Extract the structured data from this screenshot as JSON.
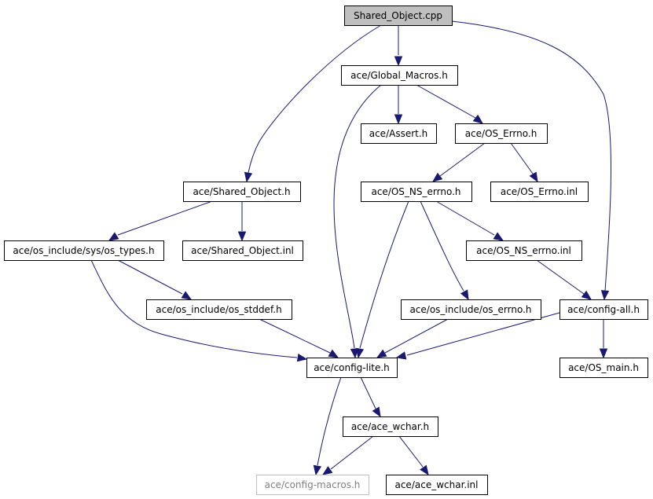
{
  "graph": {
    "edge_color": "#191970",
    "root_fill": "#bfbfbf",
    "nodes": [
      {
        "id": "n0",
        "label": "Shared_Object.cpp",
        "style": "root"
      },
      {
        "id": "n1",
        "label": "ace/Global_Macros.h"
      },
      {
        "id": "n2",
        "label": "ace/Assert.h"
      },
      {
        "id": "n3",
        "label": "ace/OS_Errno.h"
      },
      {
        "id": "n4",
        "label": "ace/Shared_Object.h"
      },
      {
        "id": "n5",
        "label": "ace/OS_NS_errno.h"
      },
      {
        "id": "n6",
        "label": "ace/OS_Errno.inl"
      },
      {
        "id": "n7",
        "label": "ace/os_include/sys/os_types.h"
      },
      {
        "id": "n8",
        "label": "ace/Shared_Object.inl"
      },
      {
        "id": "n9",
        "label": "ace/OS_NS_errno.inl"
      },
      {
        "id": "n10",
        "label": "ace/os_include/os_stddef.h"
      },
      {
        "id": "n11",
        "label": "ace/os_include/os_errno.h"
      },
      {
        "id": "n12",
        "label": "ace/config-all.h"
      },
      {
        "id": "n13",
        "label": "ace/config-lite.h"
      },
      {
        "id": "n14",
        "label": "ace/OS_main.h"
      },
      {
        "id": "n15",
        "label": "ace/ace_wchar.h"
      },
      {
        "id": "n16",
        "label": "ace/config-macros.h",
        "style": "faded"
      },
      {
        "id": "n17",
        "label": "ace/ace_wchar.inl"
      }
    ],
    "edges": [
      {
        "from": "n0",
        "to": "n1"
      },
      {
        "from": "n0",
        "to": "n4"
      },
      {
        "from": "n0",
        "to": "n12"
      },
      {
        "from": "n1",
        "to": "n2"
      },
      {
        "from": "n1",
        "to": "n3"
      },
      {
        "from": "n1",
        "to": "n13"
      },
      {
        "from": "n3",
        "to": "n5"
      },
      {
        "from": "n3",
        "to": "n6"
      },
      {
        "from": "n4",
        "to": "n7"
      },
      {
        "from": "n4",
        "to": "n8"
      },
      {
        "from": "n5",
        "to": "n9"
      },
      {
        "from": "n5",
        "to": "n11"
      },
      {
        "from": "n5",
        "to": "n13"
      },
      {
        "from": "n7",
        "to": "n10"
      },
      {
        "from": "n7",
        "to": "n13"
      },
      {
        "from": "n9",
        "to": "n12"
      },
      {
        "from": "n10",
        "to": "n13"
      },
      {
        "from": "n11",
        "to": "n13"
      },
      {
        "from": "n12",
        "to": "n13"
      },
      {
        "from": "n12",
        "to": "n14"
      },
      {
        "from": "n13",
        "to": "n15"
      },
      {
        "from": "n13",
        "to": "n16"
      },
      {
        "from": "n15",
        "to": "n16"
      },
      {
        "from": "n15",
        "to": "n17"
      }
    ]
  }
}
